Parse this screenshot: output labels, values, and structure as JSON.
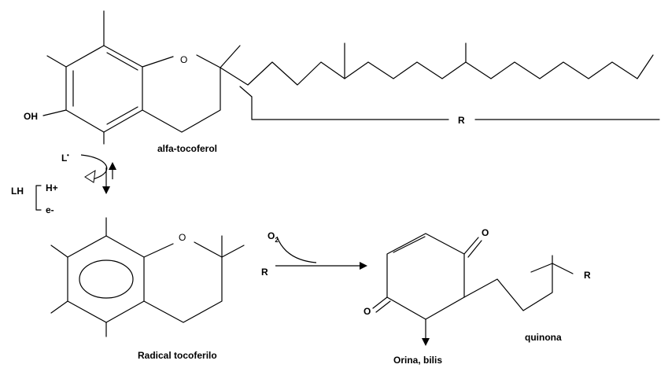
{
  "labels": {
    "oxygen_top": "O",
    "oh": "OH",
    "r_top": "R",
    "alfa_tocoferol": "alfa-tocoferol",
    "l_radical": "L",
    "l_dot": "•",
    "lh": "LH",
    "h_plus": "H+",
    "e_minus": "e-",
    "oxygen_radical": "O",
    "o2_o": "O",
    "o2_sub": "2",
    "r_mid": "R",
    "carbonyl_top": "O",
    "carbonyl_bottom": "O",
    "r_quinone": "R",
    "radical_tocoferilo": "Radical tocoferilo",
    "quinona": "quinona",
    "orina_bilis": "Orina, bilis"
  }
}
